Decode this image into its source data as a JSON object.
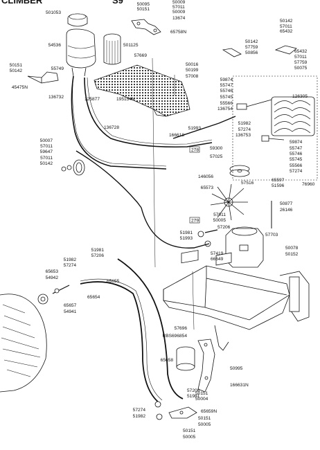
{
  "header": {
    "title": "CLIMBER",
    "subtitle": "S9"
  },
  "parts": [
    {
      "id": "p0",
      "text": "50095"
    },
    {
      "id": "p1",
      "text": "50151"
    },
    {
      "id": "p2",
      "text": "50009"
    },
    {
      "id": "p3",
      "text": "57011"
    },
    {
      "id": "p4",
      "text": "50009"
    },
    {
      "id": "p5",
      "text": "13674"
    },
    {
      "id": "p6",
      "text": "501053"
    },
    {
      "id": "p7",
      "text": "65758N"
    },
    {
      "id": "p8",
      "text": "54536"
    },
    {
      "id": "p9",
      "text": "501125"
    },
    {
      "id": "p10",
      "text": "57669"
    },
    {
      "id": "p11",
      "text": "50151"
    },
    {
      "id": "p12",
      "text": "50142"
    },
    {
      "id": "p13",
      "text": "55749"
    },
    {
      "id": "p14",
      "text": "45475N"
    },
    {
      "id": "p15",
      "text": "136732"
    },
    {
      "id": "p16",
      "text": "125877"
    },
    {
      "id": "p17",
      "text": "195154N"
    },
    {
      "id": "p18",
      "text": "50016"
    },
    {
      "id": "p19",
      "text": "50199"
    },
    {
      "id": "p20",
      "text": "57008"
    },
    {
      "id": "p21",
      "text": "50142"
    },
    {
      "id": "p22",
      "text": "57011"
    },
    {
      "id": "p23",
      "text": "65432"
    },
    {
      "id": "p24",
      "text": "50142"
    },
    {
      "id": "p25",
      "text": "57759"
    },
    {
      "id": "p26",
      "text": "50856"
    },
    {
      "id": "p27",
      "text": "65432"
    },
    {
      "id": "p28",
      "text": "57011"
    },
    {
      "id": "p29",
      "text": "57759"
    },
    {
      "id": "p30",
      "text": "50075"
    },
    {
      "id": "p31",
      "text": "59874"
    },
    {
      "id": "p32",
      "text": "55747"
    },
    {
      "id": "p33",
      "text": "55746"
    },
    {
      "id": "p34",
      "text": "55745"
    },
    {
      "id": "p35",
      "text": "55566"
    },
    {
      "id": "p36",
      "text": "136754"
    },
    {
      "id": "p37",
      "text": "126305"
    },
    {
      "id": "p38",
      "text": "136728"
    },
    {
      "id": "p39",
      "text": "51993"
    },
    {
      "id": "p40",
      "text": "166618"
    },
    {
      "id": "p41",
      "text": "51982"
    },
    {
      "id": "p42",
      "text": "57274"
    },
    {
      "id": "p43",
      "text": "136753"
    },
    {
      "id": "p44",
      "text": "59874"
    },
    {
      "id": "p45",
      "text": "55747"
    },
    {
      "id": "p46",
      "text": "55746"
    },
    {
      "id": "p47",
      "text": "55745"
    },
    {
      "id": "p48",
      "text": "55566"
    },
    {
      "id": "p49",
      "text": "57274"
    },
    {
      "id": "p50",
      "text": "50007"
    },
    {
      "id": "p51",
      "text": "57011"
    },
    {
      "id": "p52",
      "text": "59647"
    },
    {
      "id": "p53",
      "text": "57011"
    },
    {
      "id": "p54",
      "text": "50142"
    },
    {
      "id": "p55",
      "text": "59300"
    },
    {
      "id": "p56",
      "text": "57025"
    },
    {
      "id": "p57",
      "text": "146056"
    },
    {
      "id": "p58",
      "text": "65597"
    },
    {
      "id": "p59",
      "text": "51596"
    },
    {
      "id": "p60",
      "text": "76960"
    },
    {
      "id": "p61",
      "text": "65573"
    },
    {
      "id": "p62",
      "text": "57516"
    },
    {
      "id": "p63",
      "text": "50877"
    },
    {
      "id": "p64",
      "text": "26146"
    },
    {
      "id": "p65",
      "text": "57011"
    },
    {
      "id": "p66",
      "text": "50005"
    },
    {
      "id": "p67",
      "text": "57206"
    },
    {
      "id": "p68",
      "text": "51981"
    },
    {
      "id": "p69",
      "text": "51993"
    },
    {
      "id": "p70",
      "text": "57703"
    },
    {
      "id": "p71",
      "text": "57419"
    },
    {
      "id": "p72",
      "text": "66649"
    },
    {
      "id": "p73",
      "text": "50078"
    },
    {
      "id": "p74",
      "text": "50152"
    },
    {
      "id": "p75",
      "text": "51981"
    },
    {
      "id": "p76",
      "text": "57206"
    },
    {
      "id": "p77",
      "text": "51982"
    },
    {
      "id": "p78",
      "text": "57274"
    },
    {
      "id": "p79",
      "text": "65653"
    },
    {
      "id": "p80",
      "text": "54942"
    },
    {
      "id": "p81",
      "text": "65655"
    },
    {
      "id": "p82",
      "text": "65654"
    },
    {
      "id": "p83",
      "text": "65657"
    },
    {
      "id": "p84",
      "text": "54941"
    },
    {
      "id": "p85",
      "text": "57696"
    },
    {
      "id": "p86",
      "text": "RBS696854"
    },
    {
      "id": "p87",
      "text": "65658"
    },
    {
      "id": "p88",
      "text": "50995"
    },
    {
      "id": "p89",
      "text": "166631N"
    },
    {
      "id": "p90",
      "text": "57206"
    },
    {
      "id": "p91",
      "text": "51981"
    },
    {
      "id": "p92",
      "text": "50151"
    },
    {
      "id": "p93",
      "text": "50004"
    },
    {
      "id": "p94",
      "text": "57274"
    },
    {
      "id": "p95",
      "text": "51982"
    },
    {
      "id": "p96",
      "text": "65659N"
    },
    {
      "id": "p97",
      "text": "50151"
    },
    {
      "id": "p98",
      "text": "50005"
    },
    {
      "id": "p99",
      "text": "50151"
    },
    {
      "id": "p100",
      "text": "50005"
    }
  ],
  "tags": [
    {
      "id": "t0",
      "text": "278"
    },
    {
      "id": "t1",
      "text": "279"
    }
  ]
}
